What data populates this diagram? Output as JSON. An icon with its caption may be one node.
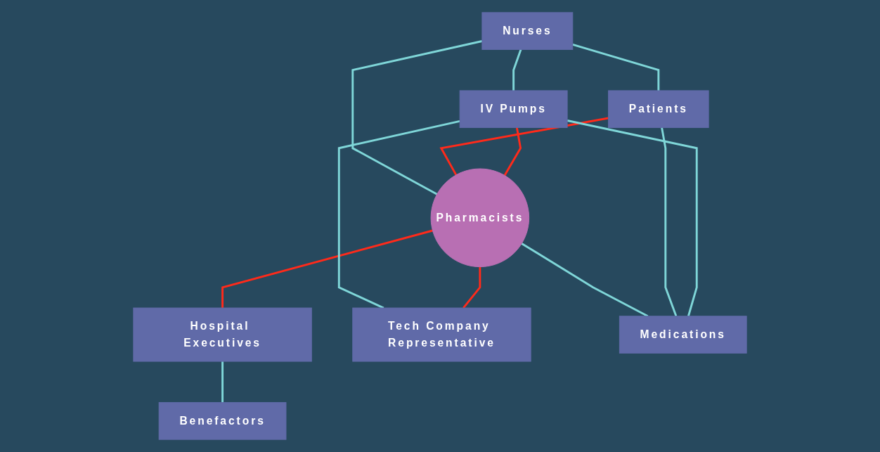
{
  "diagram": {
    "nodes": [
      {
        "text": [
          "Nurses"
        ]
      },
      {
        "text": [
          "Patients"
        ]
      },
      {
        "text": [
          "IV Pumps"
        ]
      },
      {
        "text": [
          "Pharmacists"
        ]
      },
      {
        "text": [
          "Hospital Executives"
        ]
      },
      {
        "text": [
          "Benefactors"
        ]
      },
      {
        "text": [
          "Tech Company Representative"
        ]
      },
      {
        "text": [
          "Medications"
        ]
      }
    ],
    "edges": [
      {
        "from": 0,
        "to": 1,
        "arrow": "none"
      },
      {
        "from": 0,
        "to": 2,
        "arrow": "none"
      },
      {
        "from": 0,
        "to": 3,
        "arrow": "none"
      },
      {
        "from": 1,
        "to": 3,
        "arrow": "none",
        "color": "#ff2a1a"
      },
      {
        "from": 2,
        "to": 3,
        "arrow": "none",
        "color": "#ff2a1a"
      },
      {
        "from": 3,
        "to": 4,
        "arrow": "none",
        "color": "#ff2a1a"
      },
      {
        "from": 4,
        "to": 5,
        "arrow": "none"
      },
      {
        "from": 2,
        "to": 6,
        "arrow": "none"
      },
      {
        "from": 3,
        "to": 6,
        "arrow": "none",
        "color": "#ff2a1a"
      },
      {
        "from": 3,
        "to": 7,
        "arrow": "none"
      },
      {
        "from": 1,
        "to": 7,
        "arrow": "none"
      },
      {
        "from": 2,
        "to": 7,
        "arrow": "none"
      }
    ]
  }
}
